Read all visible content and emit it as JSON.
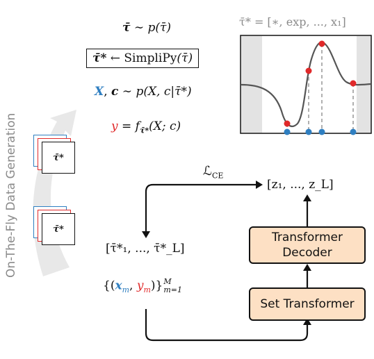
{
  "side_label": "On-The-Fly Data Generation",
  "eq1": {
    "lhs": "τ̄",
    "op": " ∼ ",
    "rhs": "p(τ̄)"
  },
  "eq2": {
    "lhs": "τ̄*",
    "op": " ← ",
    "fn": "SimpliPy",
    "arg": "(τ̄)"
  },
  "eq3": {
    "X": "X",
    "sep": ", ",
    "c": "c",
    "op": " ∼ ",
    "rhs": "p(X, c|τ̄*)"
  },
  "eq4": {
    "y": "y",
    "op": " = ",
    "rhs": "f",
    "sub": "τ̄*",
    "args": "(X; c)"
  },
  "plot_title": "τ̄* = [∗, exp, ..., x₁]",
  "card_label": "τ̄*",
  "loss_label": "ℒ",
  "loss_sub": "CE",
  "output_seq": "[z₁, ..., z_L]",
  "target_seq": "[τ̄*₁, ..., τ̄*_L]",
  "dataset": {
    "open": "{(",
    "x": "x",
    "xsub": "m",
    "comma": ", ",
    "y": "y",
    "ysub": "m",
    "close": ")}",
    "sup": "M",
    "sub": "m=1"
  },
  "decoder_label": "Transformer Decoder",
  "encoder_label": "Set Transformer",
  "colors": {
    "blue": "#2f7fc1",
    "red": "#e0292a",
    "box_fill": "#fde0c4",
    "gray": "#8a8a8a"
  }
}
